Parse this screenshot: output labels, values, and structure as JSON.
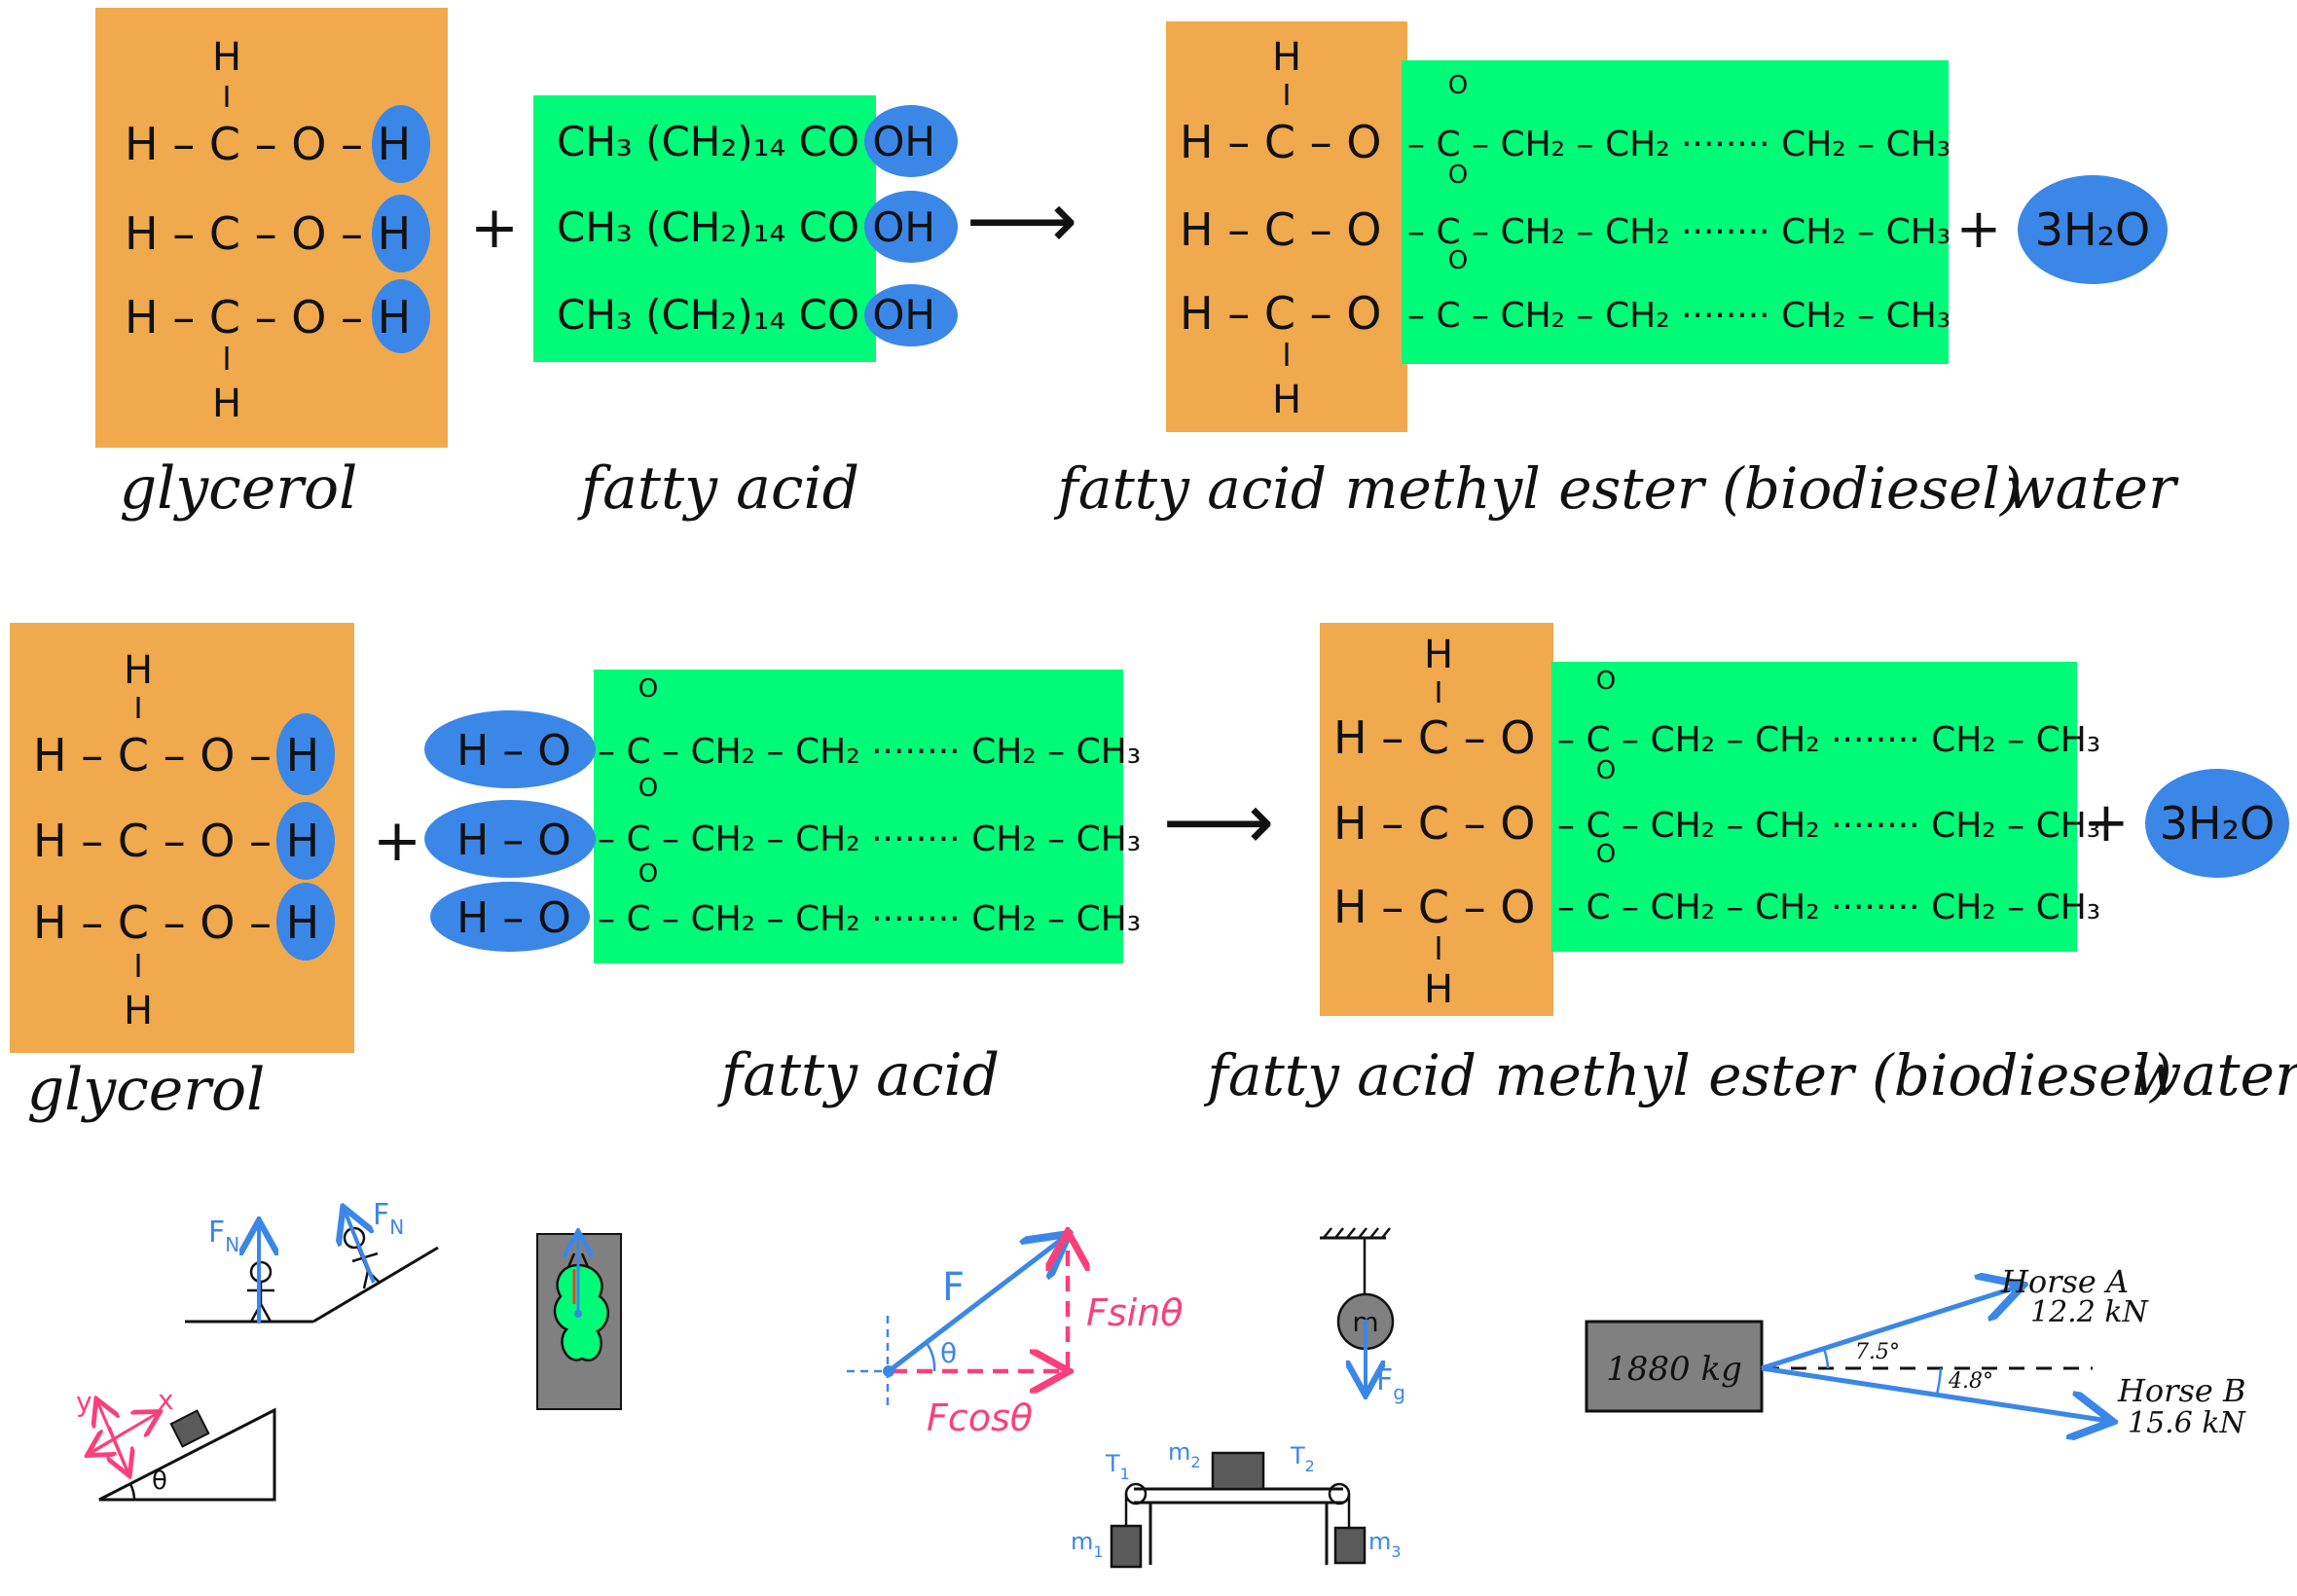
{
  "colors": {
    "orange": "#f0a94c",
    "green": "#00fb78",
    "blue": "#3b87e8",
    "pink": "#fb3f7b",
    "gray": "#808080",
    "darkgray": "#5a5a5a",
    "ink": "#111111"
  },
  "reaction1": {
    "glycerol_lines": [
      "H",
      "H – C – O – H",
      "H – C – O – H",
      "H – C – O – H",
      "H"
    ],
    "fatty_acid_lines": [
      "CH₃ (CH₂)₁₄ CO OH",
      "CH₃ (CH₂)₁₄ CO OH",
      "CH₃ (CH₂)₁₄ CO OH"
    ],
    "product_glycerol_lines": [
      "H",
      "H – C – O",
      "H – C – O",
      "H – C – O",
      "H"
    ],
    "ester_chains": [
      "– C – CH₂ – CH₂ ········ CH₂ – CH₃",
      "– C – CH₂ – CH₂ ········ CH₂ – CH₃",
      "– C – CH₂ – CH₂ ········ CH₂ – CH₃"
    ],
    "carbonyl": "O",
    "plus": "+",
    "arrow": "⟶",
    "water_formula": "3H₂O",
    "label_glycerol": "glycerol",
    "label_fatty_acid": "fatty acid",
    "label_biodiesel": "fatty acid methyl ester (biodiesel)",
    "label_water": "water"
  },
  "reaction2": {
    "glycerol_lines": [
      "H",
      "H – C – O – H",
      "H – C – O – H",
      "H – C – O – H",
      "H"
    ],
    "hydroxyl": "H – O",
    "acid_chains": [
      "– C – CH₂ – CH₂ ········ CH₂ – CH₃",
      "– C – CH₂ – CH₂ ········ CH₂ – CH₃",
      "– C – CH₂ – CH₂ ········ CH₂ – CH₃"
    ],
    "product_glycerol_lines": [
      "H",
      "H – C – O",
      "H – C – O",
      "H – C – O",
      "H"
    ],
    "ester_chains": [
      "– C – CH₂ – CH₂ ········ CH₂ – CH₃",
      "– C – CH₂ – CH₂ ········ CH₂ – CH₃",
      "– C – CH₂ – CH₂ ········ CH₂ – CH₃"
    ],
    "carbonyl": "O",
    "plus": "+",
    "arrow": "⟶",
    "water_formula": "3H₂O",
    "label_glycerol": "glycerol",
    "label_fatty_acid": "fatty acid",
    "label_biodiesel": "fatty acid methyl ester (biodiesel)",
    "label_water": "water"
  },
  "physics": {
    "normal_force_1": "F",
    "normal_force_1_sub": "N",
    "normal_force_2": "F",
    "normal_force_2_sub": "N",
    "incline_axis_y": "y",
    "incline_axis_x": "x",
    "incline_angle": "θ",
    "vector_F": "F",
    "vector_angle": "θ",
    "component_sin": "Fsinθ",
    "component_cos": "Fcosθ",
    "pendulum_mass": "m",
    "gravity_force": "F",
    "gravity_force_sub": "g",
    "pulley_T1": "T",
    "pulley_T1_sub": "1",
    "pulley_T2": "T",
    "pulley_T2_sub": "2",
    "pulley_m1": "m",
    "pulley_m1_sub": "1",
    "pulley_m2": "m",
    "pulley_m2_sub": "2",
    "pulley_m3": "m",
    "pulley_m3_sub": "3",
    "horse_mass": "1880 kg",
    "horse_a_name": "Horse A",
    "horse_a_force": "12.2 kN",
    "horse_a_angle": "7.5°",
    "horse_b_name": "Horse B",
    "horse_b_force": "15.6 kN",
    "horse_b_angle": "4.8°"
  }
}
